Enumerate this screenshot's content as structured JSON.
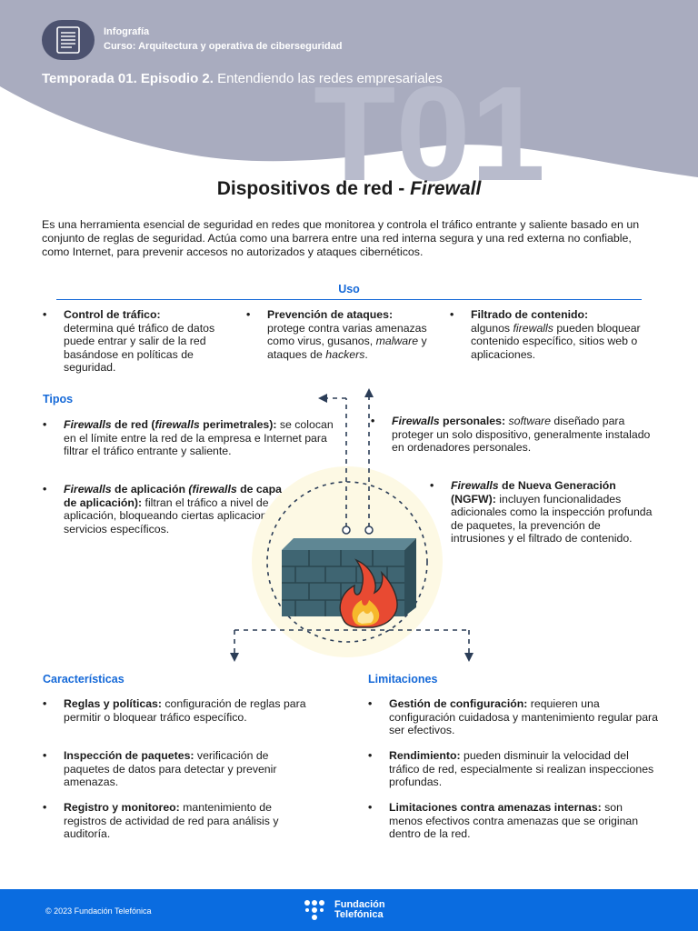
{
  "header": {
    "label": "Infografía",
    "course": "Curso: Arquitectura y operativa de ciberseguridad",
    "season_bold": "Temporada 01. Episodio 2.",
    "season_rest": " Entendiendo las redes empresariales",
    "watermark": "T01"
  },
  "title": {
    "main": "Dispositivos de red - ",
    "italic": "Firewall"
  },
  "intro": "Es una herramienta esencial de seguridad en redes que monitorea y controla el tráfico entrante y saliente basado en un conjunto de reglas de seguridad. Actúa como una barrera entre una red interna segura y una red externa no confiable, como Internet, para prevenir accesos no autorizados y ataques cibernéticos.",
  "uso": {
    "heading": "Uso",
    "items": [
      {
        "bold": "Control de tráfico:",
        "text": " determina qué tráfico de datos puede entrar y salir de la red basándose en políticas de seguridad."
      },
      {
        "bold": "Prevención de ataques:",
        "text1": " protege contra varias amenazas como virus, gusanos, ",
        "em1": "malware",
        "text2": " y ataques de ",
        "em2": "hackers",
        "text3": "."
      },
      {
        "bold": "Filtrado de contenido:",
        "text1": " algunos ",
        "em1": "firewalls",
        "text2": " pueden bloquear contenido específico, sitios web o aplicaciones."
      }
    ]
  },
  "tipos": {
    "heading": "Tipos",
    "red": {
      "em1": "Firewalls",
      "b1": " de red (",
      "em2": "firewalls",
      "b2": " perimetrales):",
      "text": " se colocan en el límite entre la red de la empresa e Internet para filtrar el tráfico entrante y saliente."
    },
    "aplicacion": {
      "em1": "Firewalls",
      "b1": " de aplicación ",
      "em2a": "(",
      "em2": "firewalls",
      "b2": " de capa de aplicación):",
      "text": " filtran el tráfico a nivel de aplicación, bloqueando ciertas aplicaciones o servicios específicos."
    },
    "personales": {
      "em1": "Firewalls",
      "b1": " personales:",
      "em2": "software",
      "text": " diseñado para proteger un solo dispositivo, generalmente instalado en ordenadores personales."
    },
    "ngfw": {
      "em1": "Firewalls",
      "b1": " de Nueva Generación (NGFW):",
      "text": " incluyen funcionalidades adicionales como la inspección profunda de paquetes, la prevención de intrusiones y el filtrado de contenido."
    }
  },
  "caracteristicas": {
    "heading": "Características",
    "items": [
      {
        "bold": "Reglas y políticas:",
        "text": " configuración de reglas para permitir o bloquear tráfico específico."
      },
      {
        "bold": "Inspección de paquetes:",
        "text": " verificación de paquetes de datos para detectar y prevenir amenazas."
      },
      {
        "bold": "Registro y monitoreo:",
        "text": " mantenimiento de registros de actividad de red para análisis y auditoría."
      }
    ]
  },
  "limitaciones": {
    "heading": "Limitaciones",
    "items": [
      {
        "bold": "Gestión de configuración:",
        "text": " requieren una configuración cuidadosa y mantenimiento regular para ser efectivos."
      },
      {
        "bold": "Rendimiento:",
        "text": " pueden disminuir la velocidad del tráfico de red, especialmente si realizan inspecciones profundas."
      },
      {
        "bold": "Limitaciones contra amenazas internas:",
        "text": " son menos efectivos contra amenazas que se originan dentro de la red."
      }
    ]
  },
  "footer": {
    "copyright": "© 2023 Fundación Telefónica",
    "brand_line1": "Fundación",
    "brand_line2": "Telefónica"
  },
  "colors": {
    "header": "#a9acbf",
    "accent": "#1569d8",
    "footer": "#0a6ce0",
    "wall": "#3f6572"
  }
}
